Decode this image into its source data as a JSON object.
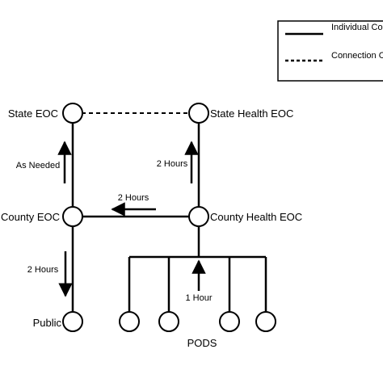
{
  "legend": {
    "solid": "Individual Connections",
    "dashed": "Connection Out of Scope"
  },
  "nodes": {
    "state_eoc": "State EOC",
    "state_health_eoc": "State Health EOC",
    "county_eoc": "County EOC",
    "county_health_eoc": "County Health EOC",
    "public": "Public",
    "pods": "PODS"
  },
  "flows": {
    "county_to_state": "As Needed",
    "county_health_to_state_health": "2 Hours",
    "county_health_to_county": "2 Hours",
    "county_to_public": "2 Hours",
    "pods_to_county_health": "1 Hour"
  }
}
